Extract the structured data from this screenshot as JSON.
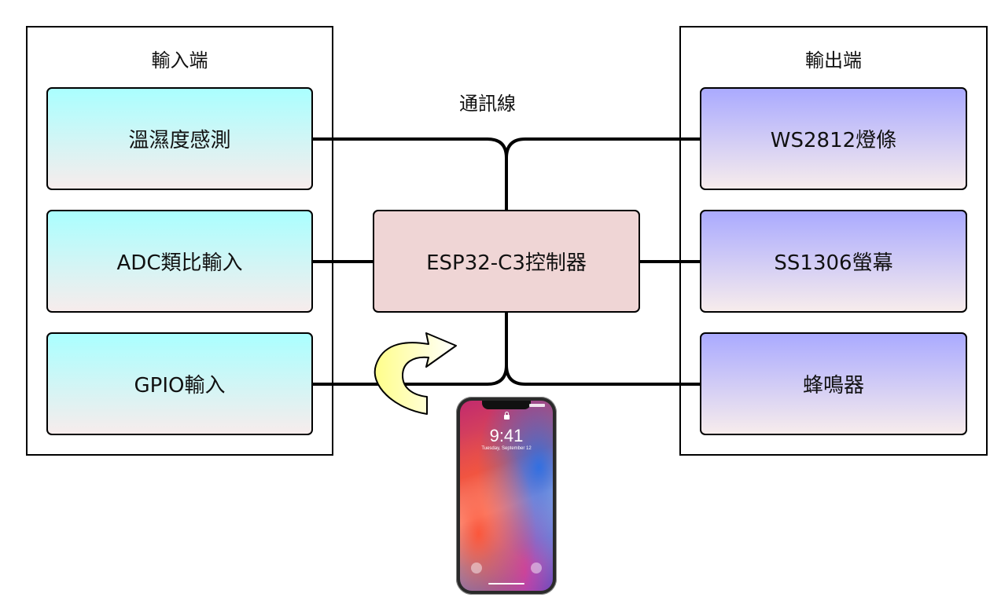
{
  "input_group": {
    "title": "輸入端",
    "items": [
      {
        "label": "溫濕度感測"
      },
      {
        "label": "ADC類比輸入"
      },
      {
        "label": "GPIO輸入"
      }
    ]
  },
  "output_group": {
    "title": "輸出端",
    "items": [
      {
        "label": "WS2812燈條"
      },
      {
        "label": "SS1306螢幕"
      },
      {
        "label": "蜂鳴器"
      }
    ]
  },
  "controller": {
    "label": "ESP32-C3控制器"
  },
  "bus_label": "通訊線",
  "phone": {
    "time": "9:41",
    "date": "Tuesday, September 12"
  },
  "colors": {
    "input_gradient": [
      "#aaffff",
      "#f7ecec"
    ],
    "output_gradient": [
      "#aaaaff",
      "#f7ecec"
    ],
    "controller_fill": "#efd5d5",
    "arrow_gradient": [
      "#fffe8a",
      "#ffffff"
    ]
  }
}
